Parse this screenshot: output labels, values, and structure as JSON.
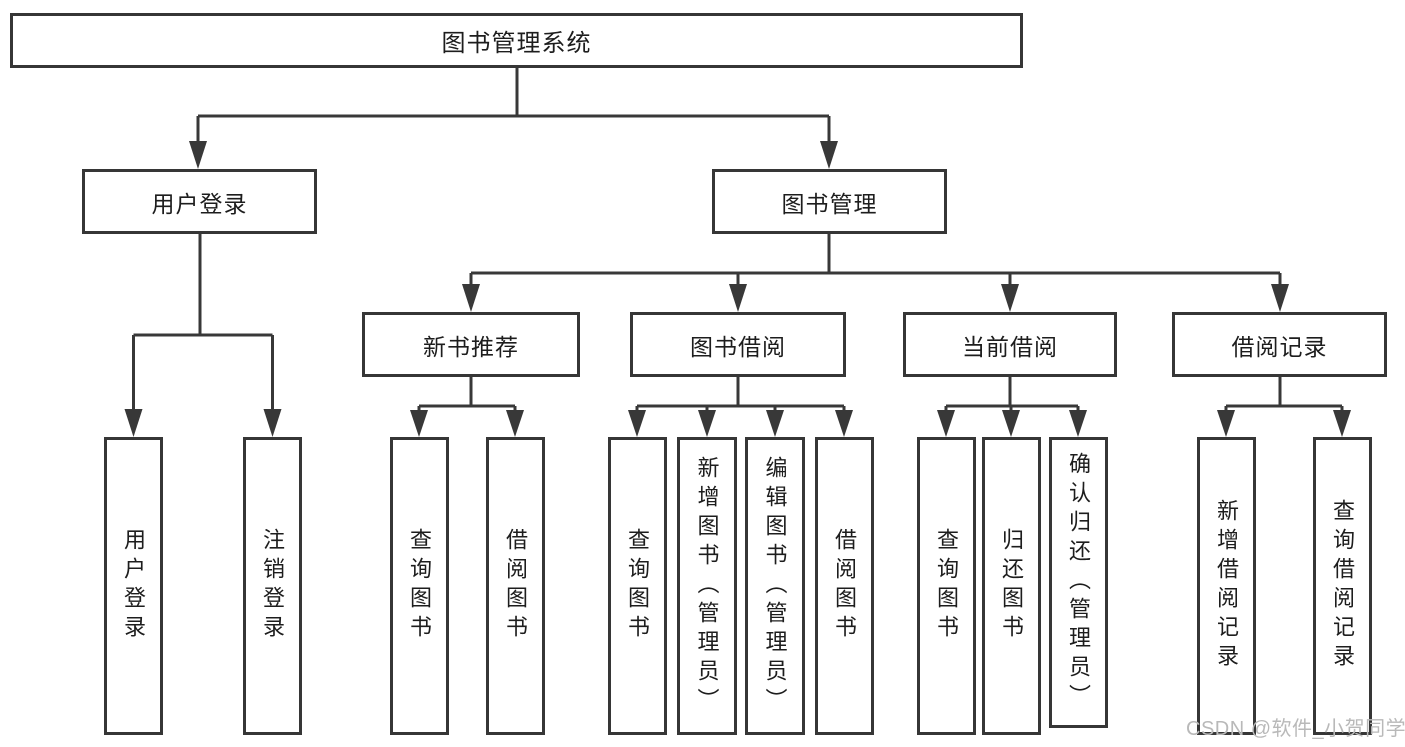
{
  "structure": {
    "root": "图书管理系统",
    "children": [
      {
        "label": "用户登录",
        "children": [
          "用户登录",
          "注销登录"
        ]
      },
      {
        "label": "图书管理",
        "children": [
          {
            "label": "新书推荐",
            "children": [
              "查询图书",
              "借阅图书"
            ]
          },
          {
            "label": "图书借阅",
            "children": [
              "查询图书",
              "新增图书（管理员）",
              "编辑图书（管理员）",
              "借阅图书"
            ]
          },
          {
            "label": "当前借阅",
            "children": [
              "查询图书",
              "归还图书",
              "确认归还（管理员）"
            ]
          },
          {
            "label": "借阅记录",
            "children": [
              "新增借阅记录",
              "查询借阅记录"
            ]
          }
        ]
      }
    ]
  },
  "edges": [
    [
      "图书管理系统",
      "用户登录"
    ],
    [
      "图书管理系统",
      "图书管理"
    ],
    [
      "用户登录",
      "用户登录"
    ],
    [
      "用户登录",
      "注销登录"
    ],
    [
      "图书管理",
      "新书推荐"
    ],
    [
      "图书管理",
      "图书借阅"
    ],
    [
      "图书管理",
      "当前借阅"
    ],
    [
      "图书管理",
      "借阅记录"
    ],
    [
      "新书推荐",
      "查询图书"
    ],
    [
      "新书推荐",
      "借阅图书"
    ],
    [
      "图书借阅",
      "查询图书"
    ],
    [
      "图书借阅",
      "新增图书（管理员）"
    ],
    [
      "图书借阅",
      "编辑图书（管理员）"
    ],
    [
      "图书借阅",
      "借阅图书"
    ],
    [
      "当前借阅",
      "查询图书"
    ],
    [
      "当前借阅",
      "归还图书"
    ],
    [
      "当前借阅",
      "确认归还（管理员）"
    ],
    [
      "借阅记录",
      "新增借阅记录"
    ],
    [
      "借阅记录",
      "查询借阅记录"
    ]
  ],
  "watermark": {
    "text": "CSDN @软件_小贺同学"
  },
  "colors": {
    "line": "#383838",
    "border": "#363636",
    "text": "#1d1d1d",
    "watermark": "#b9b9b9",
    "background": "#ffffff"
  }
}
